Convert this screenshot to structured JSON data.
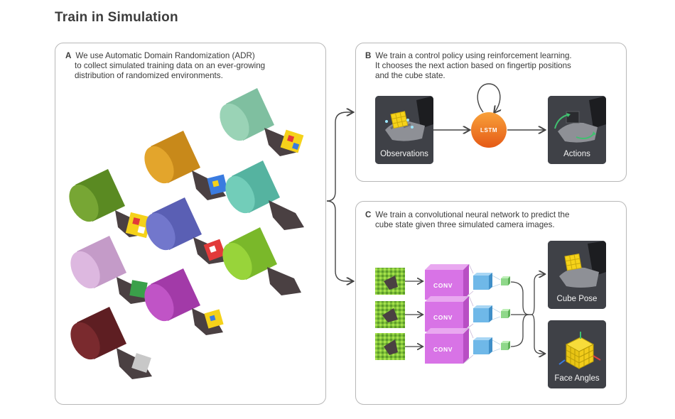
{
  "title": "Train in Simulation",
  "panel_a": {
    "letter": "A",
    "text_lines": [
      "We use Automatic Domain Randomization (ADR)",
      "to collect simulated training data on an ever-growing",
      "distribution of randomized environments."
    ]
  },
  "panel_b": {
    "letter": "B",
    "text_lines": [
      "We train a control policy using reinforcement learning.",
      "It chooses the next action based on fingertip positions",
      "and the cube state."
    ],
    "observations_label": "Observations",
    "lstm_label": "LSTM",
    "actions_label": "Actions"
  },
  "panel_c": {
    "letter": "C",
    "text_lines": [
      "We train a convolutional neural network to predict the",
      "cube state given three simulated camera images."
    ],
    "conv_labels": [
      "CONV",
      "CONV",
      "CONV"
    ],
    "cube_pose_label": "Cube Pose",
    "face_angles_label": "Face Angles"
  },
  "colors": {
    "lstm_orange": "#f07a1e",
    "conv_magenta": "#d873e6",
    "dense_blue": "#6fb8e8",
    "output_green": "#8fd88a",
    "tile_dark": "#3f4147",
    "cube_yellow": "#f5d21a"
  }
}
